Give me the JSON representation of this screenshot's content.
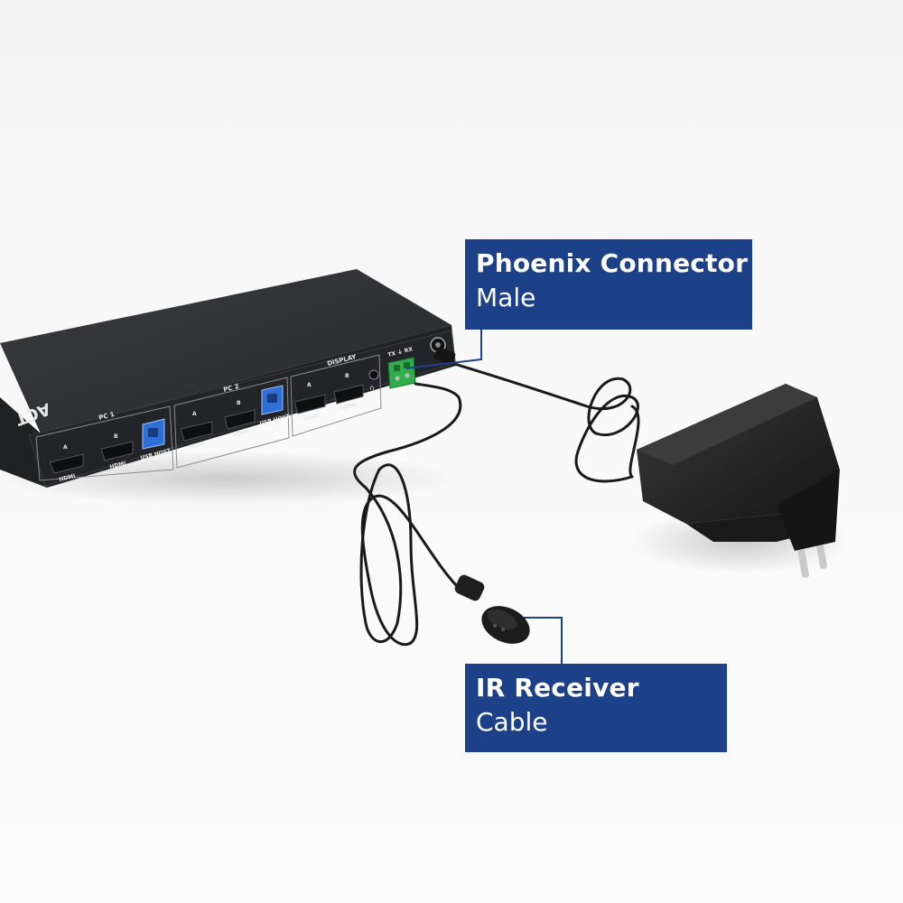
{
  "callouts": {
    "phoenix": {
      "title": "Phoenix Connector",
      "subtitle": "Male"
    },
    "ir": {
      "title": "IR Receiver",
      "subtitle": "Cable"
    }
  },
  "device": {
    "brand": "ACT",
    "groups": {
      "pc1": "PC 1",
      "pc2": "PC 2",
      "display": "DISPLAY"
    },
    "port_letters": {
      "a": "A",
      "b": "B"
    },
    "port_type": "HDMI",
    "usb_host": "USB HOST",
    "rs232": "TX ⏚ RX"
  },
  "colors": {
    "callout_bg": "#1c4189",
    "device_body": "#2b2d30",
    "usb_port": "#2f6fd6",
    "phoenix_block": "#2fae4a",
    "cable": "#1a1a1a"
  }
}
